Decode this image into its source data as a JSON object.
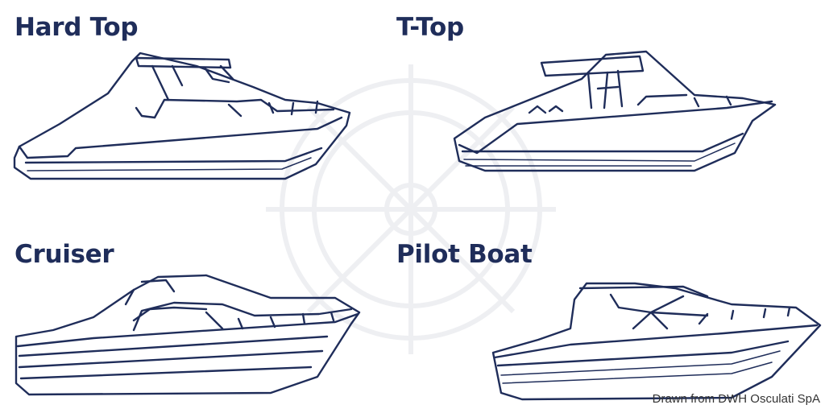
{
  "panels": [
    {
      "title": "Hard Top",
      "icon": "hard-top-boat-icon"
    },
    {
      "title": "T-Top",
      "icon": "t-top-boat-icon"
    },
    {
      "title": "Cruiser",
      "icon": "cruiser-boat-icon"
    },
    {
      "title": "Pilot Boat",
      "icon": "pilot-boat-icon"
    }
  ],
  "credit": "Drawn from DWH Osculati SpA",
  "colors": {
    "line": "#1f2d5a",
    "background": "#ffffff"
  }
}
